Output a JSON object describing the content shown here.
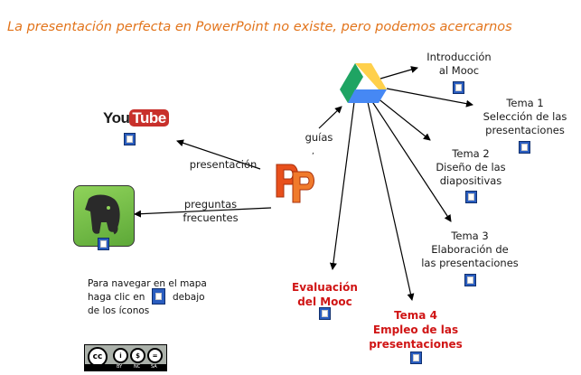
{
  "title": "La presentación perfecta en PowerPoint no existe, pero podemos acercarnos",
  "colors": {
    "title": "#e2741b",
    "accent_red": "#d01515",
    "drive_green": "#1fa463",
    "drive_yellow": "#ffd04b",
    "drive_blue": "#4688f4"
  },
  "nodes": {
    "intro": {
      "lines": [
        "Introducción",
        "al Mooc"
      ]
    },
    "tema1": {
      "lines": [
        "Tema 1",
        "Selección de las",
        "presentaciones"
      ]
    },
    "tema2": {
      "lines": [
        "Tema 2",
        "Diseño de las",
        "diapositivas"
      ]
    },
    "tema3": {
      "lines": [
        "Tema 3",
        "Elaboración de",
        "las presentaciones"
      ]
    },
    "tema4": {
      "lines": [
        "Tema 4",
        "Empleo de las",
        "presentaciones"
      ]
    },
    "evaluacion": {
      "lines": [
        "Evaluación",
        "del Mooc"
      ]
    }
  },
  "links": {
    "guias": "guías",
    "presentacion": "presentación",
    "preguntas": [
      "preguntas",
      "frecuentes"
    ]
  },
  "logos": {
    "youtube": [
      "You",
      "Tube"
    ],
    "creative_commons": {
      "symbols": [
        "cc",
        "i",
        "$",
        "="
      ],
      "bar": [
        "BY",
        "NC",
        "SA"
      ]
    }
  },
  "instructions": {
    "line1": "Para navegar en el mapa",
    "line2_a": "haga clic  en",
    "line2_b": "debajo",
    "line3": "de los íconos"
  },
  "icons": [
    "document-link-icon",
    "google-drive-icon",
    "powerpoint-icon",
    "youtube-logo",
    "evernote-icon",
    "creative-commons-icon"
  ]
}
